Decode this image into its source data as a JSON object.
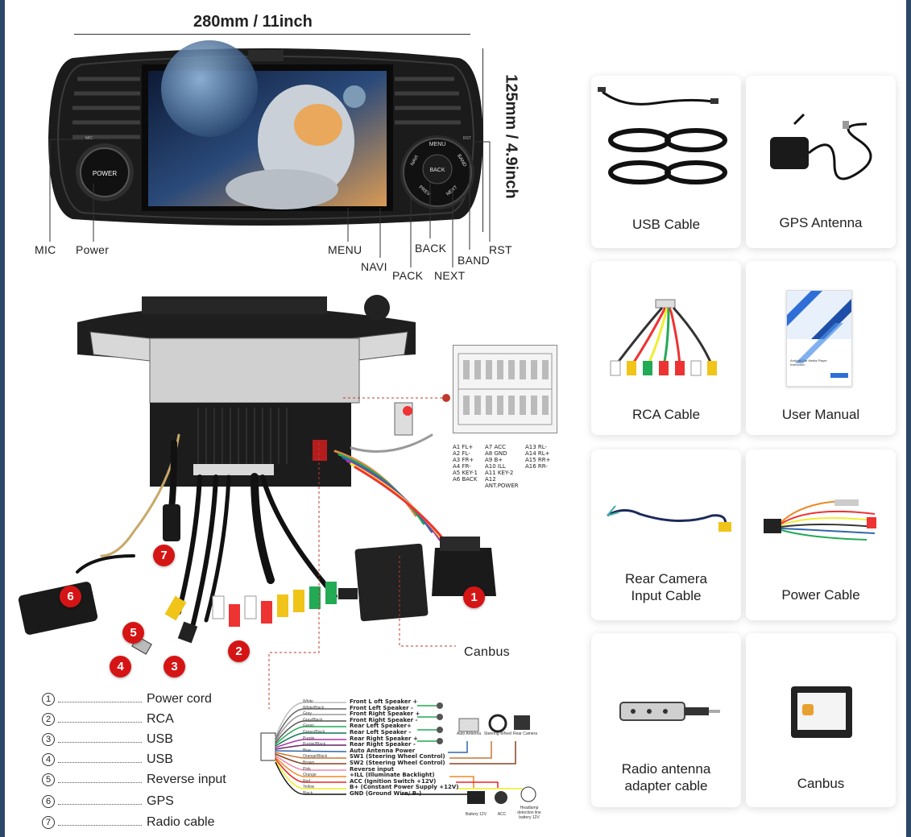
{
  "dimensions": {
    "width": "280mm / 11inch",
    "height": "125mm / 4.9inch"
  },
  "front_labels": {
    "mic": "MIC",
    "power": "Power",
    "menu": "MENU",
    "navi": "NAVI",
    "pack": "PACK",
    "back": "BACK",
    "next": "NEXT",
    "band": "BAND",
    "rst": "RST"
  },
  "knob_label": "POWER",
  "button_labels": {
    "menu": "MENU",
    "navi": "NAVI",
    "back": "BACK",
    "band": "BAND",
    "prev": "PREV",
    "next": "NEXT"
  },
  "face_small": {
    "mic": "MIC",
    "rst": "RST"
  },
  "pinout": [
    "A1 FL+",
    "A7 ACC",
    "A13 RL-",
    "A2 FL-",
    "A8 GND",
    "A14 RL+",
    "A3 FR+",
    "A9 B+",
    "A15 RR+",
    "A4 FR-",
    "A10 ILL",
    "A16 RR-",
    "A5 KEY-1",
    "A11 KEY-2",
    "",
    "A6 BACK",
    "A12 ANT.POWER",
    ""
  ],
  "canbus_label": "Canbus",
  "badges": [
    "1",
    "2",
    "3",
    "4",
    "5",
    "6",
    "7"
  ],
  "legend": [
    {
      "num": "1",
      "text": "Power cord"
    },
    {
      "num": "2",
      "text": "RCA"
    },
    {
      "num": "3",
      "text": "USB"
    },
    {
      "num": "4",
      "text": "USB"
    },
    {
      "num": "5",
      "text": "Reverse input"
    },
    {
      "num": "6",
      "text": "GPS"
    },
    {
      "num": "7",
      "text": "Radio cable"
    }
  ],
  "wiring": {
    "colors": [
      "White",
      "White/Black",
      "Gray",
      "Gray/Black",
      "Green",
      "Green/Black",
      "Purple",
      "Purple/Black",
      "Blue",
      "Orange/Black",
      "Brown",
      "Pink",
      "Orange",
      "Red",
      "Yellow",
      "Black"
    ],
    "functions": [
      "Front L oft Speaker +",
      "Front Left Speaker -",
      "Front Right Speaker +",
      "Front Right Speaker -",
      "Rear Left Speaker+",
      "Rear Left Speaker -",
      "Rear Right Speaker +",
      "Rear Right Speaker -",
      "Auto Antenna Power",
      "SW1 (Steering Wheel Control)",
      "SW2 (Steering Wheel Control)",
      "Reverse input",
      "+ILL (Illuminate Backlight)",
      "ACC (Ignition Switch +12V)",
      "B+ (Constant Power Supply +12V)",
      "GND (Ground Wire/ B-)"
    ],
    "icons": {
      "antenna": "Auto Antenna",
      "wheel": "Steering Wheel",
      "camera": "Rear Camera",
      "battery": "Battery 12V",
      "acc": "ACC",
      "headlamp": "Headlamp detection line battery 12V"
    }
  },
  "accessories": [
    {
      "label": "USB Cable"
    },
    {
      "label": "GPS Antenna"
    },
    {
      "label": "RCA Cable"
    },
    {
      "label": "User Manual"
    },
    {
      "label": "Rear Camera\nInput Cable"
    },
    {
      "label": "Power Cable"
    },
    {
      "label": "Radio antenna\nadapter cable"
    },
    {
      "label": "Canbus"
    }
  ],
  "manual_cover_text": "Android Car Media Player Instruction",
  "colors": {
    "badge": "#d51515",
    "dashed": "#c0392b",
    "border": "#2c4869"
  }
}
